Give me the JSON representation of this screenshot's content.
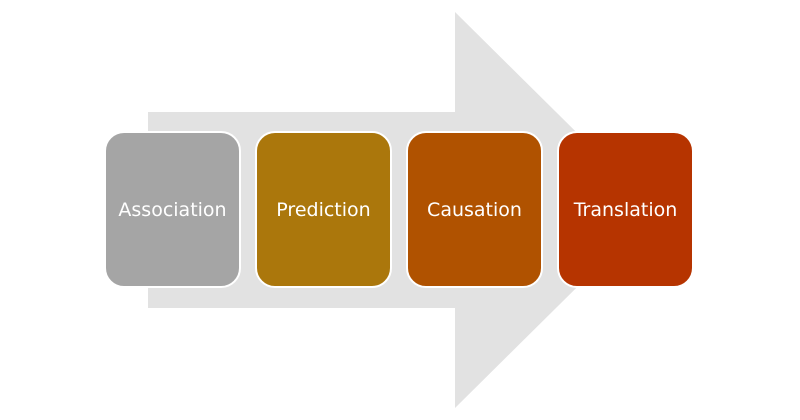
{
  "arrow_color": "#e2e2e2",
  "steps": [
    {
      "label": "Association",
      "color": "#a5a5a5"
    },
    {
      "label": "Prediction",
      "color": "#ab770c"
    },
    {
      "label": "Causation",
      "color": "#b05200"
    },
    {
      "label": "Translation",
      "color": "#b63400"
    }
  ]
}
